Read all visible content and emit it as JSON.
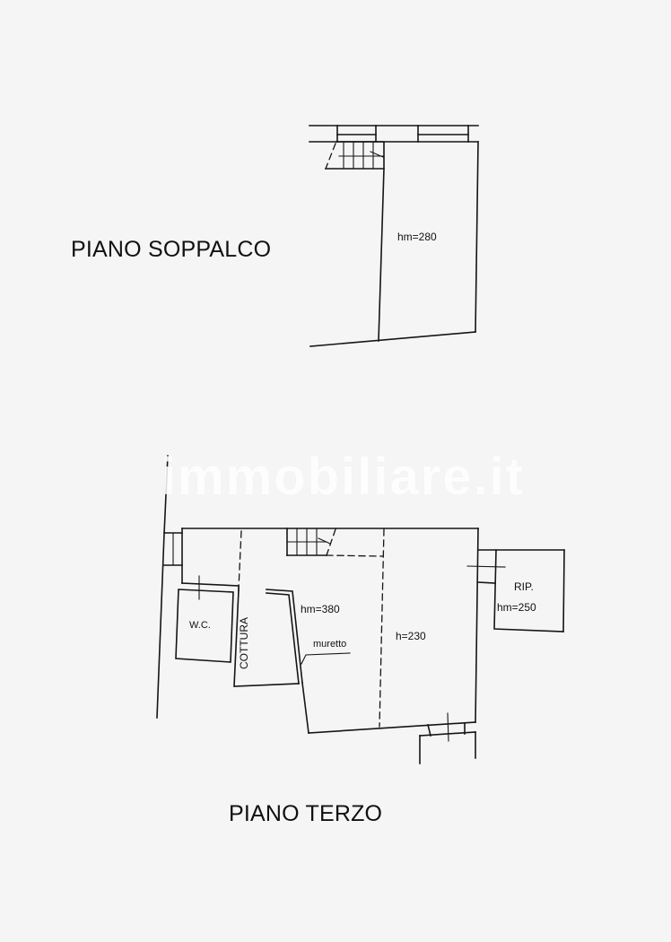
{
  "watermark": {
    "text": "immobiliare.it"
  },
  "plans": {
    "soppalco": {
      "title": "PIANO SOPPALCO",
      "rooms": [
        {
          "label": "hm=280"
        }
      ]
    },
    "terzo": {
      "title": "PIANO TERZO",
      "rooms": [
        {
          "label": "W.C."
        },
        {
          "label": "COTTURA"
        },
        {
          "label": "hm=380"
        },
        {
          "label": "muretto"
        },
        {
          "label": "h=230"
        },
        {
          "label": "RIP."
        },
        {
          "label": "hm=250"
        }
      ]
    }
  },
  "colors": {
    "background": "#f5f5f5",
    "lines": "#151515",
    "watermark": "#ffffff"
  }
}
